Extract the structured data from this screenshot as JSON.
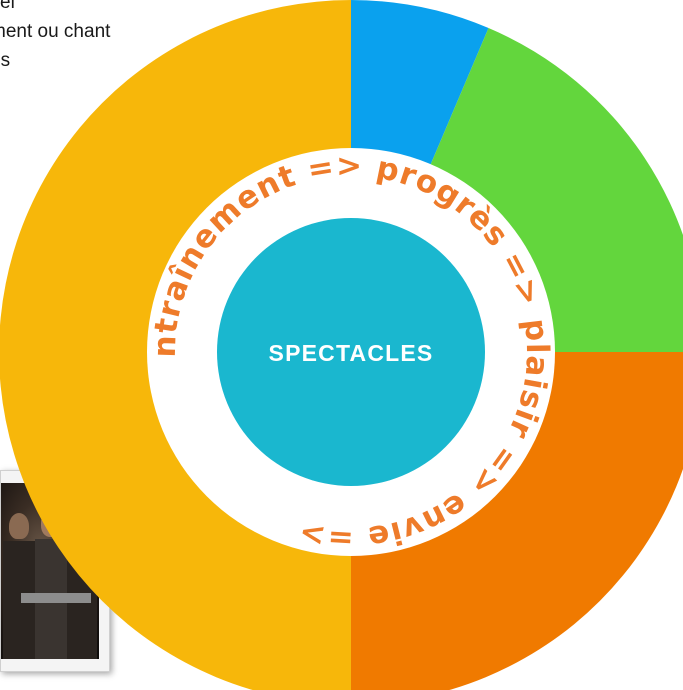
{
  "intro_text": {
    "line1": "el",
    "line2": "ment ou chant",
    "line3": "es"
  },
  "photo": {
    "description_icon": "concert-photo-icon"
  },
  "diagram": {
    "center_label": "SPECTACLES",
    "cycle_text": "entraînement => progrès => plaisir => envie =>",
    "segments": [
      {
        "color": "#0aa1ee",
        "label": ""
      },
      {
        "color": "#63d63d",
        "label": ""
      },
      {
        "color": "#f07a00",
        "label": ""
      },
      {
        "color": "#f7b70a",
        "label": ""
      }
    ],
    "center_color": "#1ab7cf",
    "text_color": "#ee7b2a"
  }
}
